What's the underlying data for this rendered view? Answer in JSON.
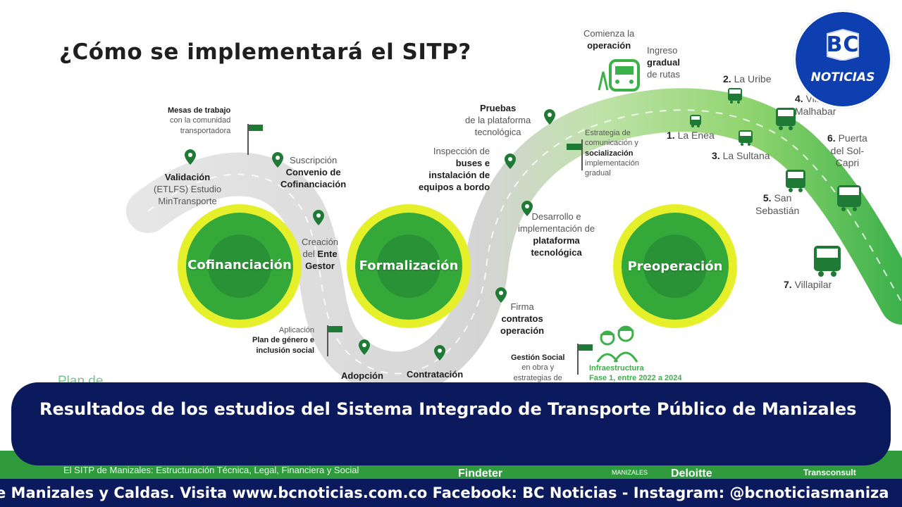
{
  "slide": {
    "title": "¿Cómo se  implementará el SITP?",
    "phases": [
      "Cofinanciación",
      "Formalización",
      "Preoperación"
    ],
    "milestones": {
      "mesas": [
        "Mesas de trabajo",
        "con la comunidad",
        "transportadora"
      ],
      "validacion": [
        "Validación",
        "(ETLFS) Estudio",
        "MinTransporte"
      ],
      "suscripcion": [
        "Suscripción",
        "Convenio de",
        "Cofinanciación"
      ],
      "creacion": [
        "Creación",
        "del",
        "Ente",
        "Gestor"
      ],
      "aplicacion": [
        "Aplicación",
        "Plan de género e",
        "inclusión social"
      ],
      "adopcion": "Adopción",
      "contratacion": "Contratación",
      "inspeccion": [
        "Inspección de",
        "buses e",
        "instalación de",
        "equipos a bordo"
      ],
      "pruebas": [
        "Pruebas",
        "de la plataforma",
        "tecnológica"
      ],
      "desarrollo": [
        "Desarrollo e",
        "implementación de",
        "plataforma",
        "tecnológica"
      ],
      "firma": [
        "Firma",
        "contratos",
        "operación"
      ],
      "gestion": [
        "Gestión Social",
        "en obra y",
        "estrategias de"
      ],
      "estrategia": [
        "Estrategia de",
        "comunicación y",
        "socialización",
        "implementación",
        "gradual"
      ],
      "comienza": [
        "Comienza la",
        "operación"
      ],
      "ingreso": [
        "Ingreso",
        "gradual",
        "de rutas"
      ],
      "infra": [
        "Infraestructura",
        "Fase 1, entre 2022 a 2024"
      ],
      "plan_partial": "Plan de"
    },
    "stops": [
      {
        "num": "1.",
        "name": "La Enea"
      },
      {
        "num": "2.",
        "name": "La Uribe"
      },
      {
        "num": "3.",
        "name": "La Sultana"
      },
      {
        "num": "4.",
        "name": "Villa",
        "name2": "Malhabar"
      },
      {
        "num": "5.",
        "name": "San",
        "name2": "Sebastián"
      },
      {
        "num": "6.",
        "name": "Puerta",
        "name2": "del Sol-",
        "name3": "Capri"
      },
      {
        "num": "7.",
        "name": "Villapilar"
      }
    ],
    "footer_line": "El SITP de Manizales: Estructuración Técnica, Legal, Financiera y Social",
    "sponsors": [
      "Findeter",
      "MANIZALES",
      "Deloitte",
      "Transconsult"
    ]
  },
  "logo": {
    "letters": "BC",
    "word": "NOTICIAS"
  },
  "caption": "Resultados de los estudios del Sistema Integrado de Transporte Público de Manizales",
  "ticker": "e Manizales y Caldas. Visita www.bcnoticias.com.co Facebook: BC Noticias - Instagram: @bcnoticiasmaniza",
  "colors": {
    "navy": "#0b1a5c",
    "green": "#2f9b3c",
    "lime": "#e5ef2a",
    "road_gray": "#d6d6d6"
  }
}
